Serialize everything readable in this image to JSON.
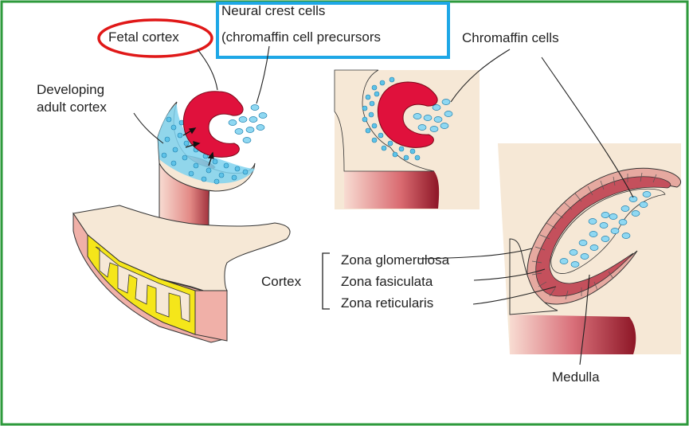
{
  "labels": {
    "fetal_cortex": "Fetal cortex",
    "neural_crest_line1": "Neural crest cells",
    "neural_crest_line2": "(chromaffin cell precursors",
    "developing_line1": "Developing",
    "developing_line2": "adult cortex",
    "chromaffin_cells": "Chromaffin cells",
    "cortex": "Cortex",
    "zona_glomerulosa": "Zona glomerulosa",
    "zona_fasiculata": "Zona fasiculata",
    "zona_reticularis": "Zona reticularis",
    "medulla": "Medulla"
  },
  "colors": {
    "border": "#2e9a3c",
    "fetal_cortex_highlight": "#e01818",
    "neural_crest_highlight": "#1ea7e6",
    "fetal_cortex_tissue": "#e0113c",
    "cells": "#5ec3e8",
    "tissue_bg": "#f6e8d6",
    "tissue_pink": "#f0b0a8",
    "tissue_dark": "#9c1c2a",
    "zona_yellow": "#f5e61a"
  }
}
